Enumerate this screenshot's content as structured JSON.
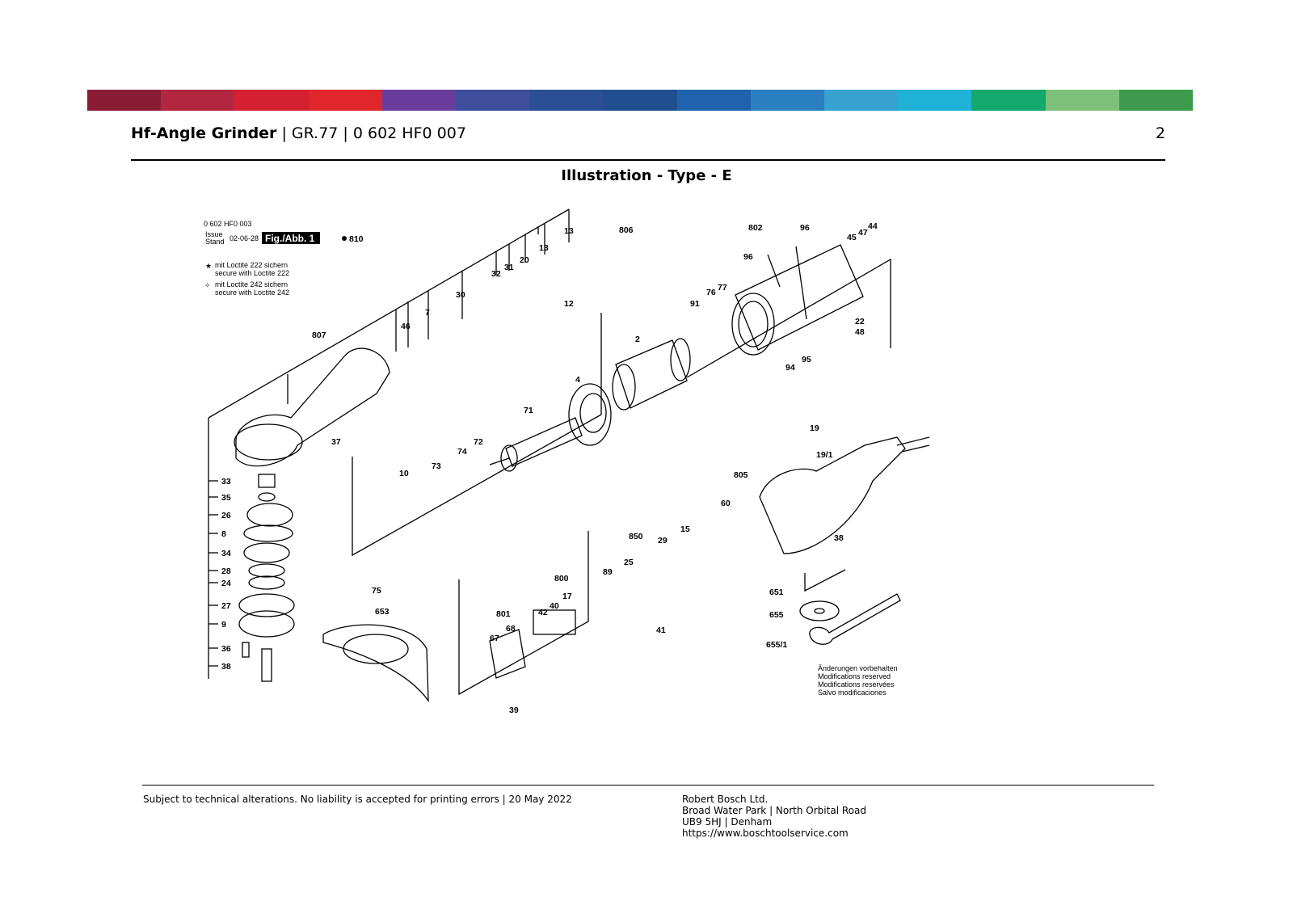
{
  "header": {
    "product": "Hf-Angle Grinder",
    "sep1": " | ",
    "group": "GR.77",
    "sep2": " | ",
    "part_number": "0 602 HF0 007",
    "page": "2"
  },
  "subtitle": "Illustration - Type - E",
  "stripe_colors": [
    "#8b1c35",
    "#b3263f",
    "#d42030",
    "#e0262a",
    "#6a3d9c",
    "#3f4f9e",
    "#2a4f95",
    "#1f4f8f",
    "#1f63ad",
    "#2a7fc0",
    "#37a2cf",
    "#1fb2d6",
    "#13a86e",
    "#7cc07a",
    "#3e9a4c"
  ],
  "diagram": {
    "ref_number": "0 602 HF0 003",
    "issue_label": "Issue",
    "stand_label": "Stand",
    "issue_date": "02-06-28",
    "fig_label": "Fig./Abb. 1",
    "bullet_part": "810",
    "legend": [
      {
        "de": "mit Loctite 222 sichern",
        "en": "secure with Loctite 222"
      },
      {
        "de": "mit Loctite 242 sichern",
        "en": "secure with Loctite 242"
      }
    ],
    "modifications": [
      "Änderungen vorbehalten",
      "Modifications reserved",
      "Modifications reservées",
      "Salvo modificaciones"
    ],
    "part_labels": {
      "p807": "807",
      "p46": "46",
      "p7": "7",
      "p30": "30",
      "p32": "32",
      "p31": "31",
      "p20": "20",
      "p13a": "13",
      "p13b": "13",
      "p12": "12",
      "p806": "806",
      "p802": "802",
      "p96a": "96",
      "p96b": "96",
      "p45": "45",
      "p47": "47",
      "p44": "44",
      "p91": "91",
      "p76": "76",
      "p77": "77",
      "p22": "22",
      "p48": "48",
      "p94": "94",
      "p95": "95",
      "p2": "2",
      "p4": "4",
      "p71": "71",
      "p72": "72",
      "p74": "74",
      "p73": "73",
      "p10": "10",
      "p37": "37",
      "p33": "33",
      "p35": "35",
      "p26": "26",
      "p8": "8",
      "p34": "34",
      "p28": "28",
      "p24": "24",
      "p27": "27",
      "p9": "9",
      "p36": "36",
      "p38a": "38",
      "p75": "75",
      "p653": "653",
      "p19": "19",
      "p19_1": "19/1",
      "p805": "805",
      "p60": "60",
      "p38b": "38",
      "p850": "850",
      "p29": "29",
      "p15": "15",
      "p25": "25",
      "p89": "89",
      "p800": "800",
      "p42": "42",
      "p40": "40",
      "p17": "17",
      "p801": "801",
      "p68": "68",
      "p67": "67",
      "p41": "41",
      "p39": "39",
      "p651": "651",
      "p655": "655",
      "p655_1": "655/1"
    }
  },
  "footer": {
    "disclaimer": "Subject to technical alterations. No liability is accepted for printing errors | 20 May 2022",
    "company": "Robert Bosch Ltd.",
    "address1": "Broad Water Park | North Orbital Road",
    "address2": "UB9 5HJ | Denham",
    "website": "https://www.boschtoolservice.com"
  }
}
